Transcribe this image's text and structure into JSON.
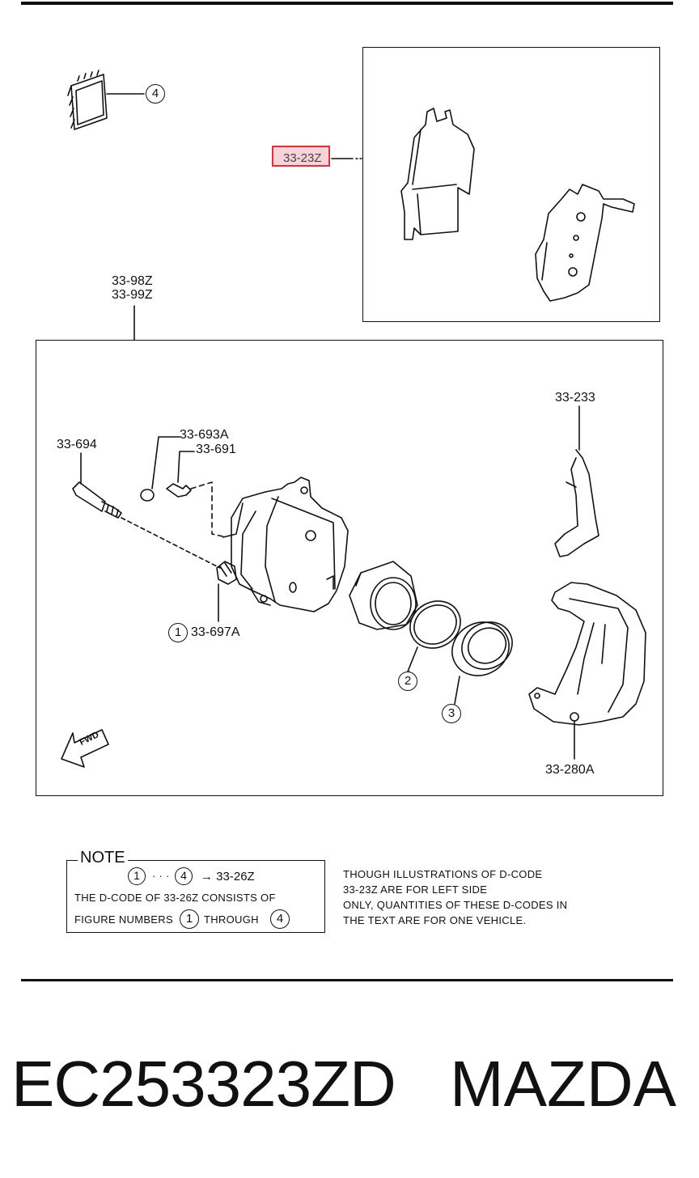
{
  "labels": {
    "pad_kit": "33-23Z",
    "caliper_l": "33-98Z",
    "caliper_r": "33-99Z",
    "spring": "33-233",
    "bolt_cap": "33-693A",
    "bleeder": "33-691",
    "guide_pin": "33-694",
    "boot": "33-697A",
    "bracket": "33-280A",
    "fwd": "FWD"
  },
  "callouts": {
    "one": "1",
    "two": "2",
    "three": "3",
    "four": "4"
  },
  "note": {
    "title": "NOTE",
    "line1_dots": "· · ·",
    "line1_arrow": "→ 33-26Z",
    "line2": "THE D-CODE OF  33-26Z  CONSISTS OF",
    "line3_a": "FIGURE NUMBERS",
    "line3_b": "THROUGH",
    "side1": "THOUGH ILLUSTRATIONS OF D-CODE",
    "side2": "33-23Z  ARE FOR LEFT SIDE",
    "side3": "ONLY, QUANTITIES OF THESE D-CODES IN",
    "side4": "THE TEXT ARE FOR ONE VEHICLE."
  },
  "footer": {
    "part_number": "EC253323ZD",
    "brand": "MAZDA"
  },
  "colors": {
    "highlight_fill": "#f9d3d9",
    "highlight_border": "#e0303a",
    "ink": "#111111"
  }
}
